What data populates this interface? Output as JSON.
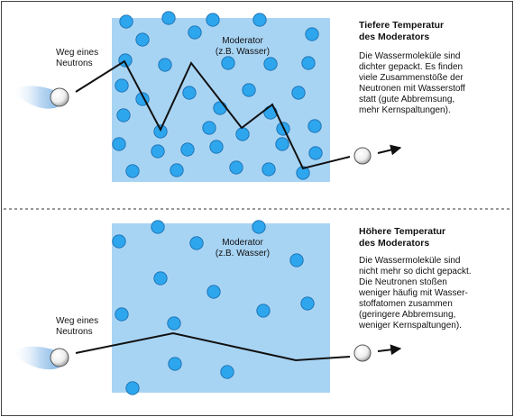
{
  "panels": [
    {
      "id": "top",
      "moderator_label": "Moderator",
      "moderator_sublabel": "(z.B. Wasser)",
      "neutron_label_line1": "Weg eines",
      "neutron_label_line2": "Neutrons",
      "title_line1": "Tiefere Temperatur",
      "title_line2": "des Moderators",
      "description_lines": [
        "Die Wassermoleküle sind",
        "dichter gepackt. Es finden",
        "viele Zusammenstöße der",
        "Neutronen mit Wasserstoff",
        "statt (gute Abbremsung,",
        "mehr Kernspaltungen)."
      ]
    },
    {
      "id": "bottom",
      "moderator_label": "Moderator",
      "moderator_sublabel": "(z.B. Wasser)",
      "neutron_label_line1": "Weg eines",
      "neutron_label_line2": "Neutrons",
      "title_line1": "Höhere Temperatur",
      "title_line2": "des Moderators",
      "description_lines": [
        "Die Wassermoleküle sind",
        "nicht mehr so dicht gepackt.",
        "Die Neutronen stoßen",
        "weniger häufig mit Wasser-",
        "stoffatomen zusammen",
        "(geringere Abbremsung,",
        "weniger Kernspaltungen)."
      ]
    }
  ],
  "colors": {
    "moderator_fill": "#a8d4f4",
    "molecule_fill": "#2ea6ee",
    "molecule_stroke": "#1a6fb0",
    "path_stroke": "#111111",
    "divider": "#333333"
  }
}
